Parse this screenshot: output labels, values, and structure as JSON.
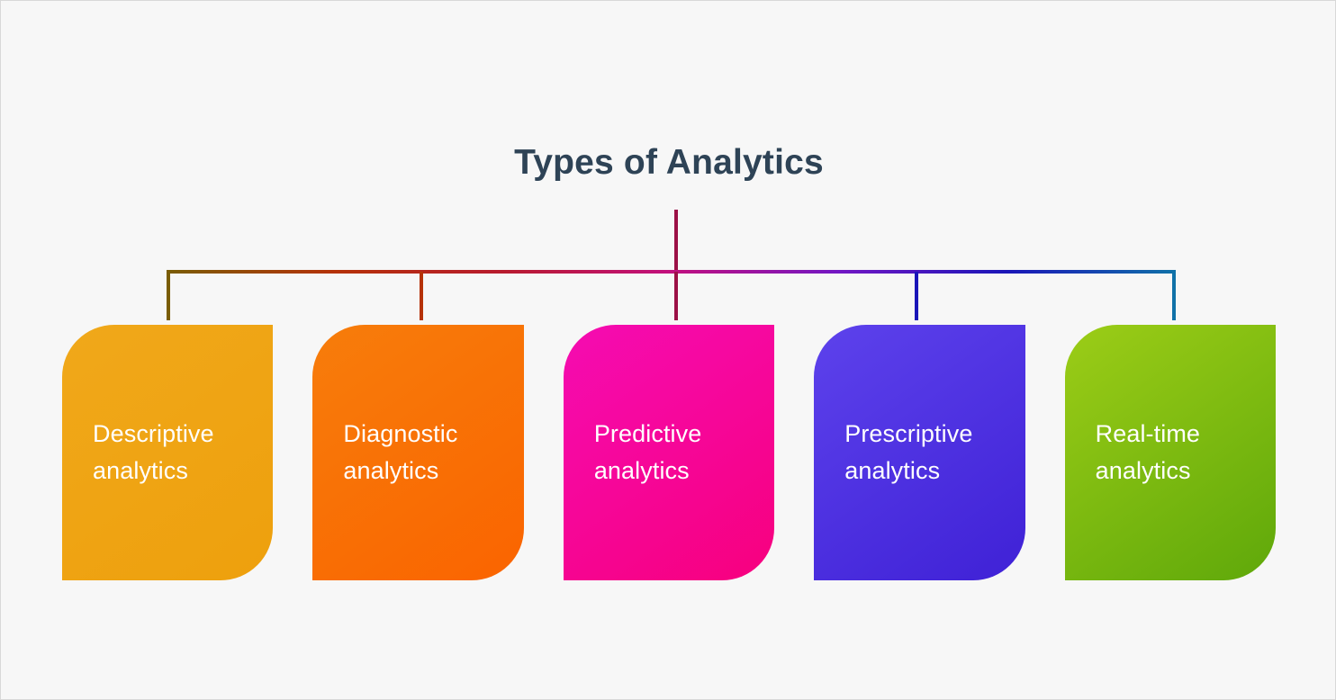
{
  "diagram": {
    "title": "Types of Analytics",
    "title_color": "#2e4356",
    "background_color": "#f7f7f7",
    "border_color": "#d8d8d8"
  },
  "connector": {
    "stem_color": "#9c1046",
    "bar_gradient": "linear-gradient(to right, #7a5d05, #b53208, #b81b2e, #c2107e, #7217c4, #1a16b8, #1072a8)",
    "drop_colors": [
      "#7a5d05",
      "#b53208",
      "#9c1046",
      "#1a16b8",
      "#1072a8"
    ]
  },
  "cards": [
    {
      "label_line1": "Descriptive",
      "label_line2": "analytics",
      "color_start": "#f0a81a",
      "color_end": "#eea00d",
      "text_color": "#ffffff",
      "name": "descriptive-analytics"
    },
    {
      "label_line1": "Diagnostic",
      "label_line2": "analytics",
      "color_start": "#f77d0b",
      "color_end": "#fa6400",
      "text_color": "#ffffff",
      "name": "diagnostic-analytics"
    },
    {
      "label_line1": "Predictive",
      "label_line2": "analytics",
      "color_start": "#f50cb2",
      "color_end": "#f7007e",
      "text_color": "#ffffff",
      "name": "predictive-analytics"
    },
    {
      "label_line1": "Prescriptive",
      "label_line2": "analytics",
      "color_start": "#5d42ec",
      "color_end": "#3f21d6",
      "text_color": "#ffffff",
      "name": "prescriptive-analytics"
    },
    {
      "label_line1": "Real-time",
      "label_line2": "analytics",
      "color_start": "#9ccd17",
      "color_end": "#5fa80a",
      "text_color": "#ffffff",
      "name": "real-time-analytics"
    }
  ]
}
